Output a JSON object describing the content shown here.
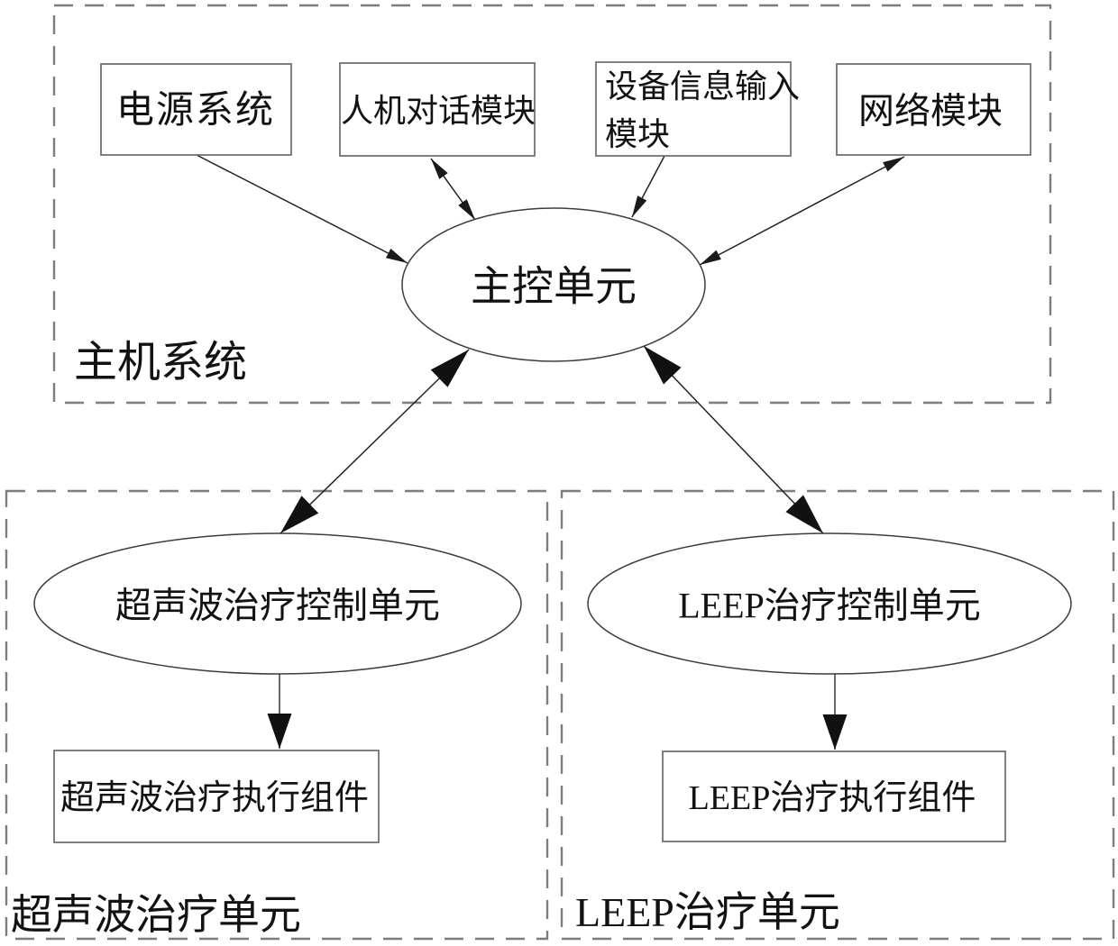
{
  "diagram": {
    "title_hint": "treatment-device system block diagram",
    "groups": {
      "host": {
        "label": "主机系统"
      },
      "ultrasound": {
        "label": "超声波治疗单元"
      },
      "leep": {
        "label": "LEEP治疗单元"
      }
    },
    "nodes": {
      "power": {
        "label": "电源系统",
        "shape": "rect"
      },
      "hmi": {
        "label": "人机对话模块",
        "shape": "rect"
      },
      "device_info": {
        "label_line1": "设备信息输入",
        "label_line2": "模块",
        "shape": "rect"
      },
      "network": {
        "label": "网络模块",
        "shape": "rect"
      },
      "main_control": {
        "label": "主控单元",
        "shape": "ellipse"
      },
      "us_control": {
        "label": "超声波治疗控制单元",
        "shape": "ellipse"
      },
      "us_exec": {
        "label": "超声波治疗执行组件",
        "shape": "rect"
      },
      "leep_control": {
        "label": "LEEP治疗控制单元",
        "shape": "ellipse"
      },
      "leep_exec": {
        "label": "LEEP治疗执行组件",
        "shape": "rect"
      }
    },
    "edges": [
      {
        "from": "power",
        "to": "main_control",
        "direction": "one-way"
      },
      {
        "from": "hmi",
        "to": "main_control",
        "direction": "two-way"
      },
      {
        "from": "device_info",
        "to": "main_control",
        "direction": "one-way"
      },
      {
        "from": "network",
        "to": "main_control",
        "direction": "two-way"
      },
      {
        "from": "main_control",
        "to": "us_control",
        "direction": "two-way"
      },
      {
        "from": "main_control",
        "to": "leep_control",
        "direction": "two-way"
      },
      {
        "from": "us_control",
        "to": "us_exec",
        "direction": "one-way"
      },
      {
        "from": "leep_control",
        "to": "leep_exec",
        "direction": "one-way"
      }
    ],
    "colors": {
      "background": "#ffffff",
      "line": "#222222",
      "dashed_border": "#7d7d7d",
      "rect_border": "#6a6a6a",
      "ellipse_border": "#3c3c3c",
      "text": "#121212"
    }
  }
}
